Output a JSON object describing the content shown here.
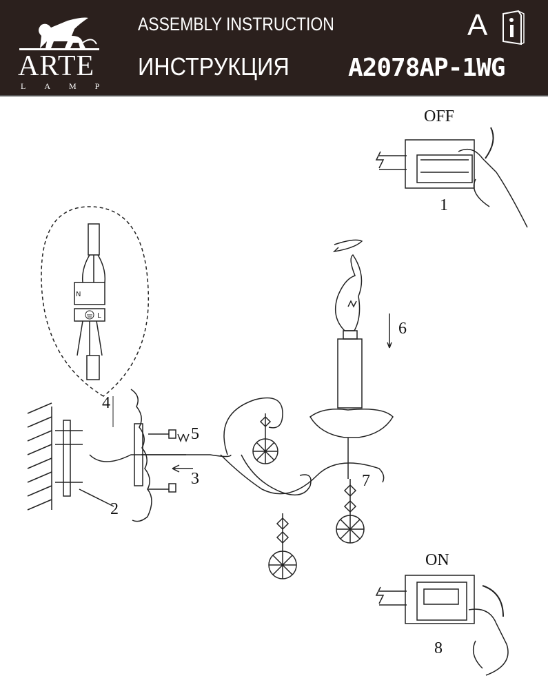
{
  "header": {
    "brand": "ARTE",
    "brand_sub": "LAMP",
    "title_en": "ASSEMBLY INSTRUCTION",
    "title_ru": "ИНСТРУКЦИЯ",
    "language_mark": "A",
    "model": "A2078AP-1WG",
    "background_color": "#2b201d"
  },
  "switch_off": {
    "label": "OFF",
    "step": "1"
  },
  "switch_on": {
    "label": "ON",
    "step": "8"
  },
  "wiring": {
    "neutral": "N",
    "live": "L"
  },
  "steps": {
    "s2": "2",
    "s3": "3",
    "s4": "4",
    "s5": "5",
    "s6": "6",
    "s7": "7"
  }
}
